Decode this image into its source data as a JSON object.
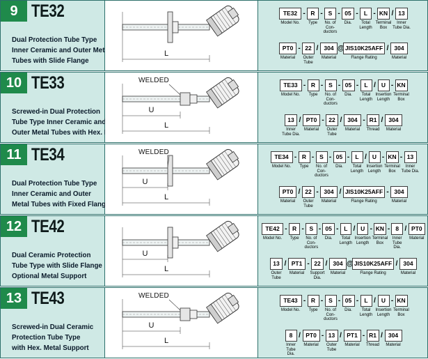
{
  "rows": [
    {
      "num": "9",
      "code": "TE32",
      "desc": [
        "Dual Protection Tube Type",
        "Inner Ceramic and Outer Metal",
        "Tubes with Slide Flange"
      ],
      "dims": {
        "l": "L"
      },
      "line1": {
        "boxes": [
          "TE32",
          "R",
          "S",
          "05",
          "L",
          "KN",
          "13"
        ],
        "seps": [
          "-",
          "-",
          "-",
          "-",
          "-",
          "/"
        ],
        "labels": [
          "Model No.",
          "Type",
          "No. of\nCon-\nductors",
          "Dia.",
          "Total\nLength",
          "Terminal\nBox",
          "Inner\nTube\nDia."
        ]
      },
      "line2": {
        "boxes": [
          "PT0",
          "22",
          "304",
          "JIS10K25AFF",
          "304"
        ],
        "seps": [
          "-",
          "/",
          "@",
          "/"
        ],
        "labels": [
          "Material",
          "Outer\nTube",
          "Material",
          "Flange Rating",
          "Material"
        ]
      }
    },
    {
      "num": "10",
      "code": "TE33",
      "desc": [
        "Screwed-in Dual Protection",
        "Tube Type  Inner Ceramic and",
        "Outer Metal Tubes with Hex. Nipple"
      ],
      "welded": "WELDED",
      "dims": {
        "u": "U",
        "l": "L"
      },
      "line1": {
        "boxes": [
          "TE33",
          "R",
          "S",
          "05",
          "L",
          "U",
          "KN"
        ],
        "seps": [
          "-",
          "-",
          "-",
          "-",
          "/",
          "-"
        ],
        "labels": [
          "Model No.",
          "Type",
          "No. of\nCon-\nductors",
          "Dia.",
          "Total\nLength",
          "Insertion\nLength",
          "Terminal\nBox"
        ]
      },
      "line2": {
        "boxes": [
          "13",
          "PT0",
          "22",
          "304",
          "R1",
          "304"
        ],
        "seps": [
          "/",
          "-",
          "/",
          "-",
          "/"
        ],
        "labels": [
          "Inner Tube\nDia.",
          "Material",
          "Outer\nTube",
          "Material",
          "Thread",
          "Material"
        ]
      }
    },
    {
      "num": "11",
      "code": "TE34",
      "desc": [
        "Dual Protection Tube Type",
        "Inner Ceramic and Outer",
        "Metal Tubes with Fixed Flange"
      ],
      "welded": "WELDED",
      "dims": {
        "u": "U",
        "l": "L"
      },
      "line1": {
        "boxes": [
          "TE34",
          "R",
          "S",
          "05",
          "L",
          "U",
          "KN",
          "13"
        ],
        "seps": [
          "-",
          "-",
          "-",
          "-",
          "/",
          "-",
          "-"
        ],
        "labels": [
          "Model No.",
          "Type",
          "No. of\nCon-\nductors",
          "Dia.",
          "Total\nLength",
          "Insertion\nLength",
          "Terminal\nBox",
          "Inner Tube\nDia."
        ]
      },
      "line2": {
        "boxes": [
          "PT0",
          "22",
          "304",
          "JIS10K25AFF",
          "304"
        ],
        "seps": [
          "/",
          "-",
          "/",
          "-",
          "/"
        ],
        "labels": [
          "Material",
          "Outer\nTube",
          "Material",
          "Flange Rating",
          "Material"
        ]
      }
    },
    {
      "num": "12",
      "code": "TE42",
      "desc": [
        "Dual Ceramic Protection",
        "Tube Type with Slide Flange",
        "Optional Metal Support"
      ],
      "dims": {
        "u": "U",
        "l": "L"
      },
      "line1": {
        "boxes": [
          "TE42",
          "R",
          "S",
          "05",
          "L",
          "U",
          "KN",
          "8",
          "PT0"
        ],
        "seps": [
          "-",
          "-",
          "-",
          "-",
          "/",
          "-",
          "-",
          "/",
          "-"
        ],
        "labels": [
          "Model No.",
          "Type",
          "No. of\nCon-\nductors",
          "Dia.",
          "Total\nLength",
          "Insertion\nLength",
          "Terminal\nBox",
          "Inner\nTube\nDia.",
          "Material"
        ]
      },
      "line2": {
        "boxes": [
          "13",
          "PT1",
          "22",
          "304",
          "JIS10K25AFF",
          "304"
        ],
        "seps": [
          "/",
          "-",
          "/",
          "@",
          "/"
        ],
        "labels": [
          "Outer\nTube",
          "Material",
          "Support\nDia.",
          "Material",
          "Flange Rating",
          "Material"
        ]
      }
    },
    {
      "num": "13",
      "code": "TE43",
      "desc": [
        "Screwed-in Dual Ceramic",
        "Protection Tube Type",
        "with Hex. Metal Support"
      ],
      "welded": "WELDED",
      "dims": {
        "u": "U",
        "l": "L"
      },
      "line1": {
        "boxes": [
          "TE43",
          "R",
          "S",
          "05",
          "L",
          "U",
          "KN"
        ],
        "seps": [
          "-",
          "-",
          "-",
          "-",
          "/",
          "-"
        ],
        "labels": [
          "Model No.",
          "Type",
          "No. of\nCon-\nductors",
          "Dia.",
          "Total\nLength",
          "Insertion\nLength",
          "Terminal\nBox"
        ]
      },
      "line2": {
        "boxes": [
          "8",
          "PT0",
          "13",
          "PT1",
          "R1",
          "304"
        ],
        "seps": [
          "/",
          "-",
          "/",
          "-",
          "/"
        ],
        "labels": [
          "Inner Tube\nDia.",
          "Material",
          "Outer\nTube",
          "Material",
          "Thread",
          "Material"
        ]
      }
    }
  ]
}
